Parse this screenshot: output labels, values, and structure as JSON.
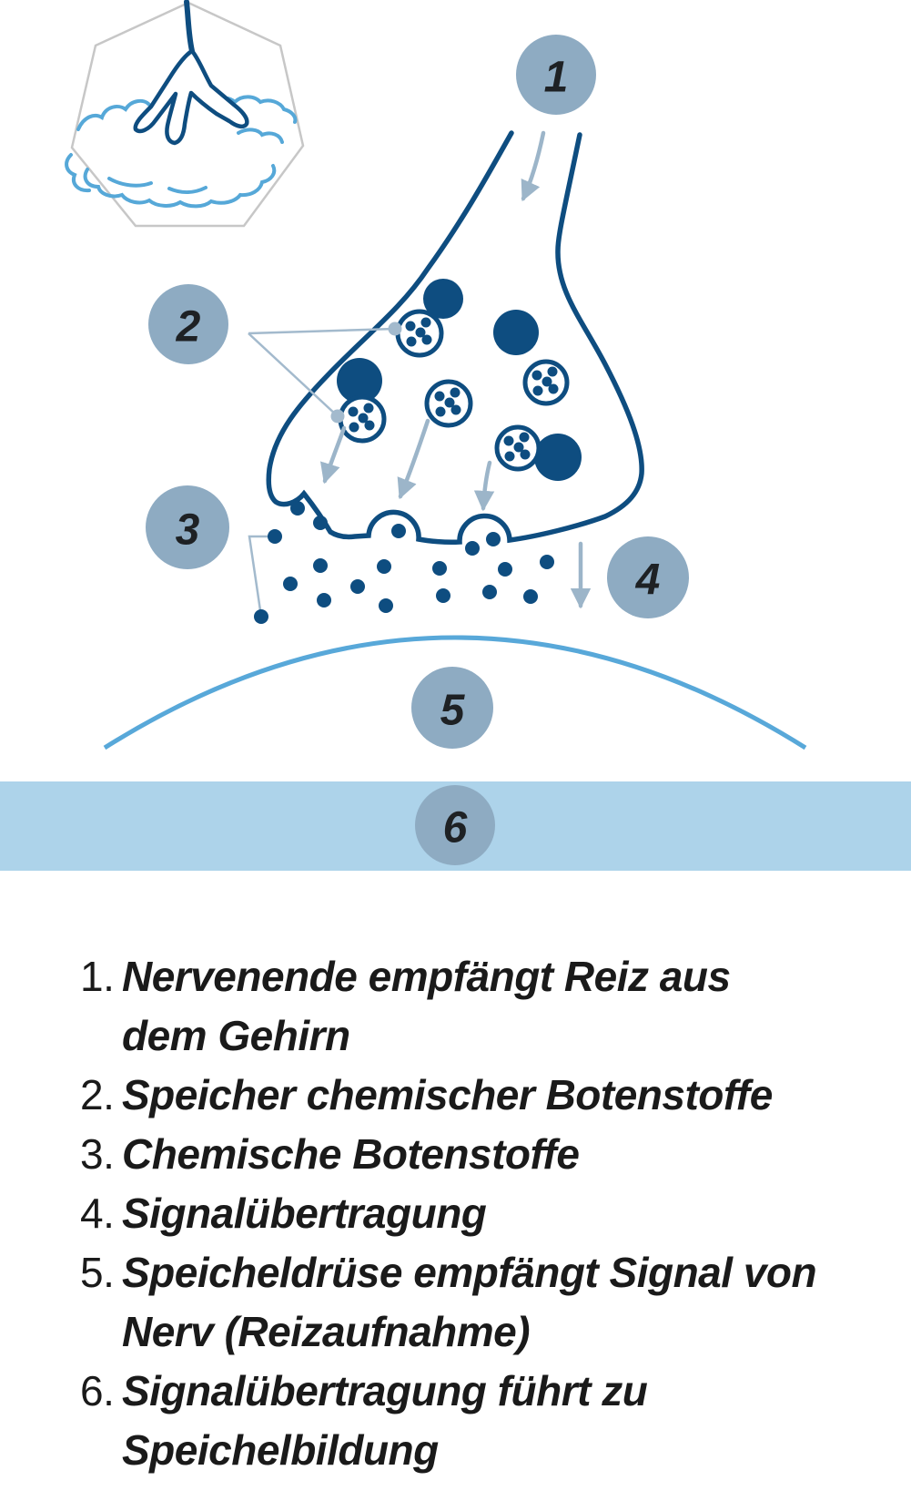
{
  "figure": {
    "markers": [
      {
        "label": "1"
      },
      {
        "label": "2"
      },
      {
        "label": "3"
      },
      {
        "label": "4"
      },
      {
        "label": "5"
      },
      {
        "label": "6"
      }
    ],
    "colors": {
      "navy": "#0E4D80",
      "marker_fill": "#8EABC2",
      "marker_text": "#1E2124",
      "arrow": "#9CB5C9",
      "pointer_line": "#A3BACD",
      "sky_arc": "#58A8D9",
      "band": "#ADD3EA",
      "frame_gray": "#C7C7C7",
      "cloud_blue": "#56A8D8",
      "legend_text": "#1A1A1A"
    }
  },
  "legend": {
    "items": [
      {
        "number": "1.",
        "line1": "Nervenende empfängt Reiz aus",
        "line2": "dem Gehirn"
      },
      {
        "number": "2.",
        "line1": "Speicher chemischer Botenstoffe",
        "line2": ""
      },
      {
        "number": "3.",
        "line1": "Chemische Botenstoffe",
        "line2": ""
      },
      {
        "number": "4.",
        "line1": "Signalübertragung",
        "line2": ""
      },
      {
        "number": "5.",
        "line1": "Speicheldrüse empfängt Signal von",
        "line2": "Nerv (Reizaufnahme)"
      },
      {
        "number": "6.",
        "line1": "Signalübertragung führt zu",
        "line2": "Speichelbildung"
      }
    ]
  }
}
